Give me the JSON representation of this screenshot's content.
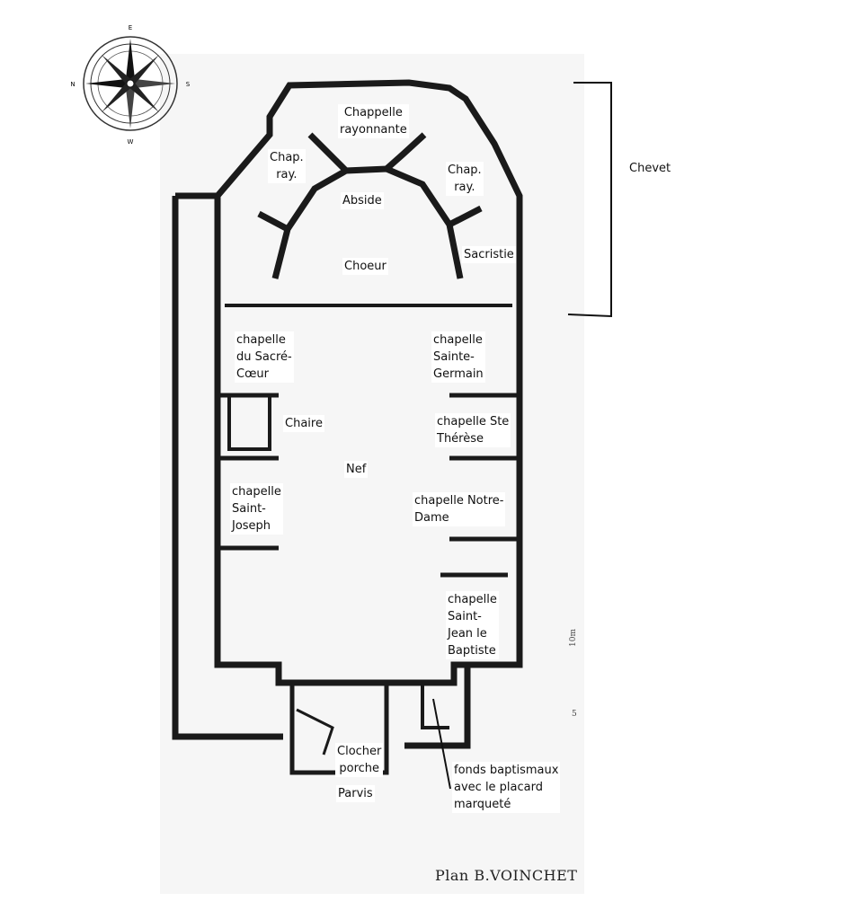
{
  "compass": {
    "icon": "compass-rose-icon",
    "letters": {
      "north": "N",
      "south": "S",
      "east": "E",
      "west": "W"
    }
  },
  "labels": {
    "chapelle_rayonnante": "Chappelle\nrayonnante",
    "chap_ray_left": "Chap.\nray.",
    "chap_ray_right": "Chap.\nray.",
    "abside": "Abside",
    "choeur": "Choeur",
    "sacristie": "Sacristie",
    "chevet": "Chevet",
    "sacre_coeur": "chapelle\ndu Sacré-\nCœur",
    "sainte_germain": "chapelle\nSainte-\nGermain",
    "chaire": "Chaire",
    "sainte_therese": "chapelle Ste\nThérèse",
    "nef": "Nef",
    "saint_joseph": "chapelle\nSaint-\nJoseph",
    "notre_dame": "chapelle Notre-\nDame",
    "saint_jean": "chapelle\nSaint-\nJean le\nBaptiste",
    "clocher": "Clocher\nporche",
    "parvis": "Parvis",
    "fonds": "fonds baptismaux\navec le placard\nmarqueté"
  },
  "scale": {
    "mark_10": "10m",
    "mark_5": "5"
  },
  "credit": "Plan B.VOINCHET"
}
